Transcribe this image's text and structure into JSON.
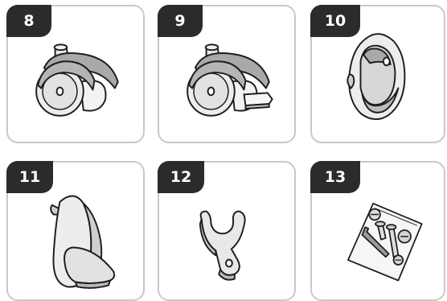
{
  "parts": [
    {
      "number": "8",
      "icon": "caster-wheel-icon"
    },
    {
      "number": "9",
      "icon": "caster-wheel-with-brake-icon"
    },
    {
      "number": "10",
      "icon": "oval-rod-bracket-icon"
    },
    {
      "number": "11",
      "icon": "wall-hook-icon"
    },
    {
      "number": "12",
      "icon": "rod-clip-icon"
    },
    {
      "number": "13",
      "icon": "hardware-bag-icon"
    }
  ],
  "colors": {
    "badge": "#2b2b2b",
    "card_border": "#c9c9c9",
    "part_fill": "#e6e6e6",
    "part_shade": "#a9a9a9",
    "outline": "#1e1e1e"
  }
}
